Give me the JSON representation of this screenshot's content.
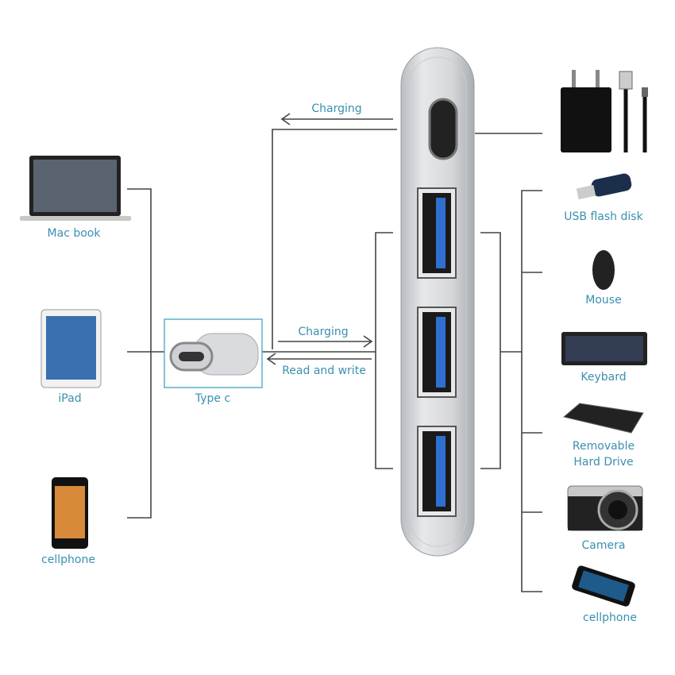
{
  "hub": {
    "charging_top": "Charging",
    "charging_mid": "Charging",
    "read_write": "Read and write",
    "type_c": "Type c"
  },
  "hosts": [
    {
      "label": "Mac book"
    },
    {
      "label": "iPad"
    },
    {
      "label": "cellphone"
    }
  ],
  "peripherals": [
    {
      "label": "USB flash disk"
    },
    {
      "label": "Mouse"
    },
    {
      "label": "Keybard"
    },
    {
      "label": "Removable",
      "label2": "Hard Drive"
    },
    {
      "label": "Camera"
    },
    {
      "label": "cellphone"
    }
  ],
  "colors": {
    "label": "#3a8fb0",
    "port_blue": "#2f6fd0"
  }
}
